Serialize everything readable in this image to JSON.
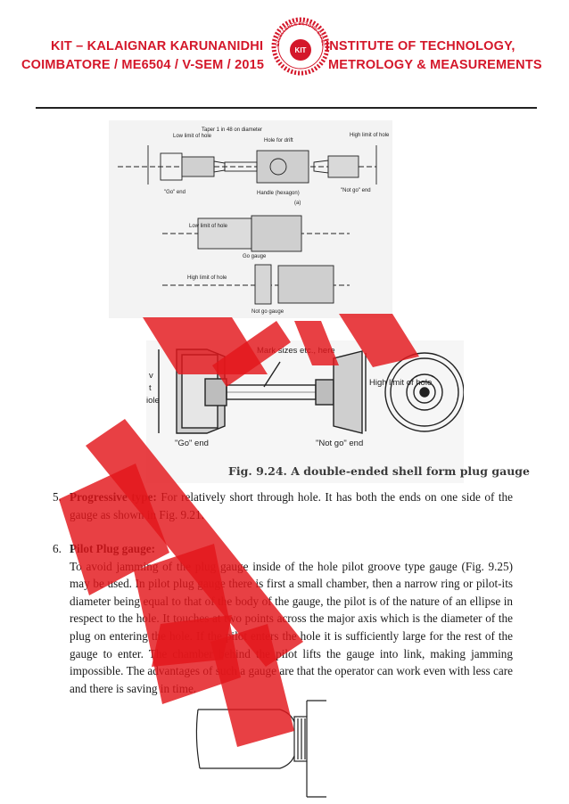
{
  "header": {
    "line1_left": "KIT – KALAIGNAR KARUNANIDHI",
    "line1_right": "INSTITUTE OF TECHNOLOGY,",
    "line2_left": "COIMBATORE / ME6504 / V-SEM / 2015",
    "line2_right": "METROLOGY & MEASUREMENTS",
    "logo_text": "KIT",
    "logo_ring_text": "EXCELLENCE BEYOND EXPECTATION",
    "accent_color": "#d4172a"
  },
  "figure1": {
    "labels": {
      "low_limit_hole": "Low limit of hole",
      "taper": "Taper 1 in 48 on diameter",
      "hole_drift": "Hole for drift",
      "high_limit_hole": "High limit of hole",
      "go_end": "\"Go\" end",
      "handle": "Handle (hexagon)",
      "not_go_end": "\"Not go\" end",
      "part_a": "(a)",
      "low_limit_hole_2": "Low limit of hole",
      "go_gauge": "Go gauge",
      "high_limit_hole_2": "High limit of hole",
      "not_go_gauge": "Not go gauge"
    }
  },
  "figure2": {
    "labels": {
      "mark_sizes": "Mark sizes etc., here",
      "left_v": "v",
      "left_t": "t",
      "left_hole": "iole",
      "high_limit": "High limit of hole",
      "go_end": "\"Go\" end",
      "not_go_end": "\"Not go\" end"
    },
    "caption": "Fig. 9.24. A double-ended shell form plug gauge"
  },
  "items": [
    {
      "number": "5.",
      "title": "Progressive type:",
      "text": " For relatively short through hole. It has both the ends on one side of the gauge as shown in Fig. 9.21."
    },
    {
      "number": "6.",
      "title": "Pilot Plug gauge:",
      "text": "To avoid jamming of the plug gauge inside of the hole pilot groove type gauge (Fig. 9.25) may be used. In pilot plug gauge there is first a small chamber, then a narrow ring or pilot-its diameter being equal to that of the body of the gauge, the pilot is of the nature of an ellipse in respect to the hole. It touches at two points across the major axis which is the diameter of the plug on entering the hole. If the pilot enters the hole it is sufficiently large for the rest of the gauge to enter. The chamber behind the pilot lifts the gauge into link, making jamming impossible. The advantages of such a gauge are that the operator can work even with less care and there is saving in time."
    }
  ],
  "watermark": {
    "color": "#e3161b"
  }
}
